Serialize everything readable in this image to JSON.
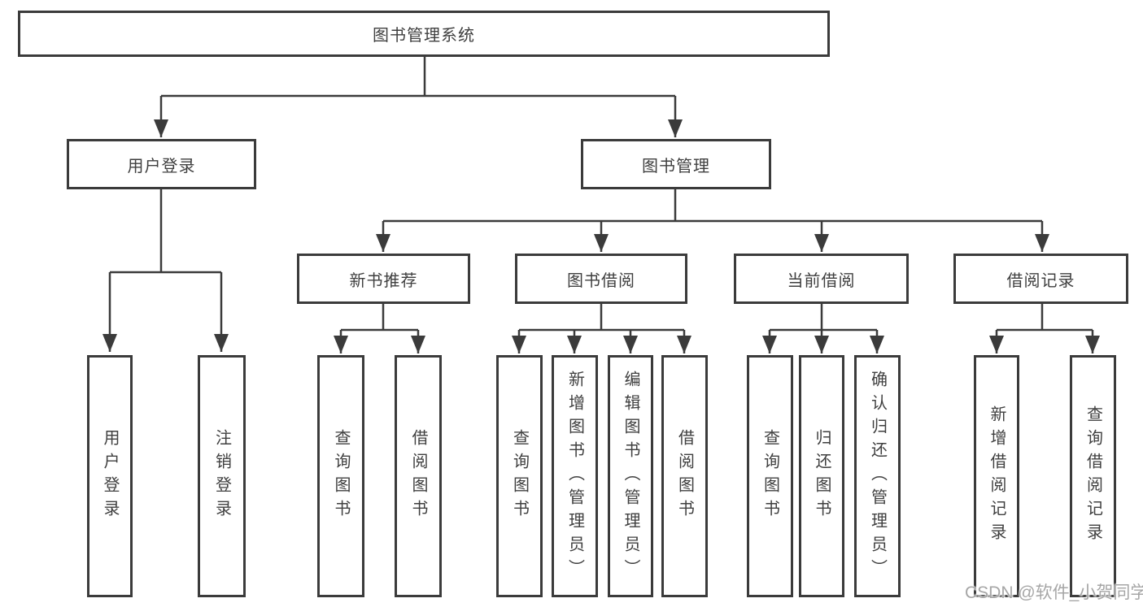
{
  "chart": {
    "root": {
      "label": "图书管理系统"
    },
    "branches": [
      {
        "label": "用户登录",
        "children": [
          {
            "label": "用户登录"
          },
          {
            "label": "注销登录"
          }
        ]
      },
      {
        "label": "图书管理",
        "children": [
          {
            "label": "新书推荐",
            "children": [
              {
                "label": "查询图书"
              },
              {
                "label": "借阅图书"
              }
            ]
          },
          {
            "label": "图书借阅",
            "children": [
              {
                "label": "查询图书"
              },
              {
                "label": "新增图书（管理员）"
              },
              {
                "label": "编辑图书（管理员）"
              },
              {
                "label": "借阅图书"
              }
            ]
          },
          {
            "label": "当前借阅",
            "children": [
              {
                "label": "查询图书"
              },
              {
                "label": "归还图书"
              },
              {
                "label": "确认归还（管理员）"
              }
            ]
          },
          {
            "label": "借阅记录",
            "children": [
              {
                "label": "新增借阅记录"
              },
              {
                "label": "查询借阅记录"
              }
            ]
          }
        ]
      }
    ]
  },
  "watermark": {
    "text": "CSDN @软件_小贺同学"
  },
  "colors": {
    "line": "#3b3b3b",
    "text": "#3f3f3f",
    "background": "#ffffff",
    "watermark": "#a6a6a6"
  }
}
